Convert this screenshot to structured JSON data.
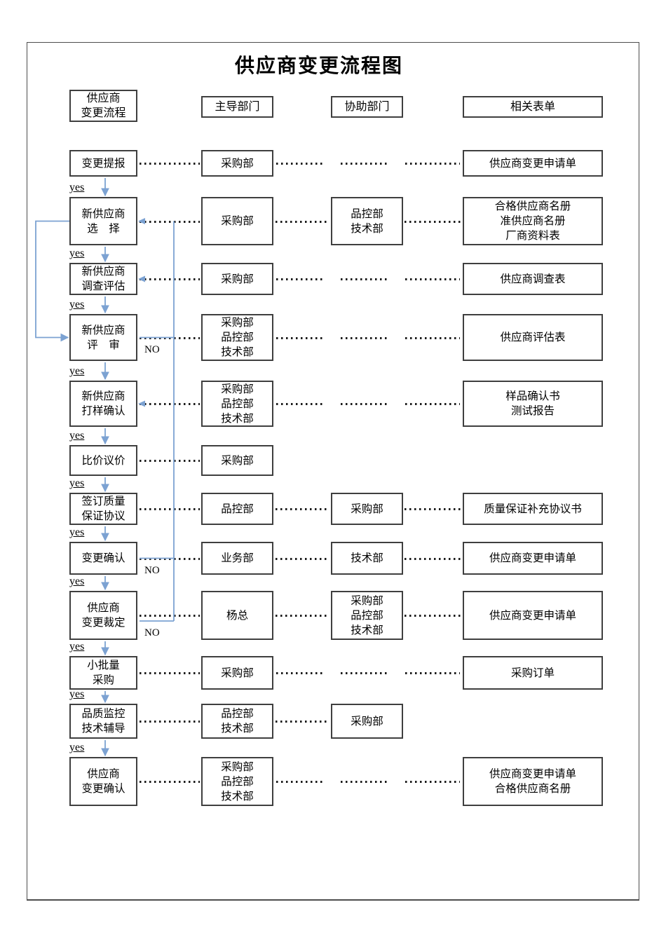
{
  "title": "供应商变更流程图",
  "labels": {
    "yes": "yes",
    "no": "NO"
  },
  "colors": {
    "accent_blue": "#7CA2D2",
    "line_black": "#1b1b1b",
    "box_border": "#3f3f3f"
  },
  "header": {
    "process": "供应商\n变更流程",
    "lead": "主导部门",
    "assist": "协助部门",
    "forms": "相关表单"
  },
  "rows": [
    {
      "id": "change-report",
      "step": "变更提报",
      "lead": "采购部",
      "assist": "",
      "forms": "供应商变更申请单"
    },
    {
      "id": "new-supplier-selection",
      "step": "新供应商\n选　择",
      "lead": "采购部",
      "assist": "品控部\n技术部",
      "forms": "合格供应商名册\n准供应商名册\n厂商资料表",
      "feedback_in": true,
      "loop_out": true
    },
    {
      "id": "new-supplier-survey",
      "step": "新供应商\n调查评估",
      "lead": "采购部",
      "assist": "",
      "forms": "供应商调查表",
      "feedback_in": true
    },
    {
      "id": "new-supplier-review",
      "step": "新供应商\n评　审",
      "lead": "采购部\n品控部\n技术部",
      "assist": "",
      "forms": "供应商评估表",
      "no_out": true,
      "loop_in": true
    },
    {
      "id": "sample-confirmation",
      "step": "新供应商\n打样确认",
      "lead": "采购部\n品控部\n技术部",
      "assist": "",
      "forms": "样品确认书\n测试报告",
      "feedback_in": true
    },
    {
      "id": "price-negotiation",
      "step": "比价议价",
      "lead": "采购部",
      "assist": "",
      "forms": ""
    },
    {
      "id": "quality-agreement",
      "step": "签订质量\n保证协议",
      "lead": "品控部",
      "assist": "采购部",
      "forms": "质量保证补充协议书"
    },
    {
      "id": "change-confirmation",
      "step": "变更确认",
      "lead": "业务部",
      "assist": "技术部",
      "forms": "供应商变更申请单",
      "no_out": true
    },
    {
      "id": "change-ruling",
      "step": "供应商\n变更裁定",
      "lead": "杨总",
      "assist": "采购部\n品控部\n技术部",
      "forms": "供应商变更申请单",
      "no_out": true
    },
    {
      "id": "small-batch-purchase",
      "step": "小批量\n采购",
      "lead": "采购部",
      "assist": "",
      "forms": "采购订单"
    },
    {
      "id": "quality-monitoring",
      "step": "品质监控\n技术辅导",
      "lead": "品控部\n技术部",
      "assist": "采购部",
      "forms": ""
    },
    {
      "id": "supplier-change-confirm",
      "step": "供应商\n变更确认",
      "lead": "采购部\n品控部\n技术部",
      "assist": "",
      "forms": "供应商变更申请单\n合格供应商名册"
    }
  ]
}
